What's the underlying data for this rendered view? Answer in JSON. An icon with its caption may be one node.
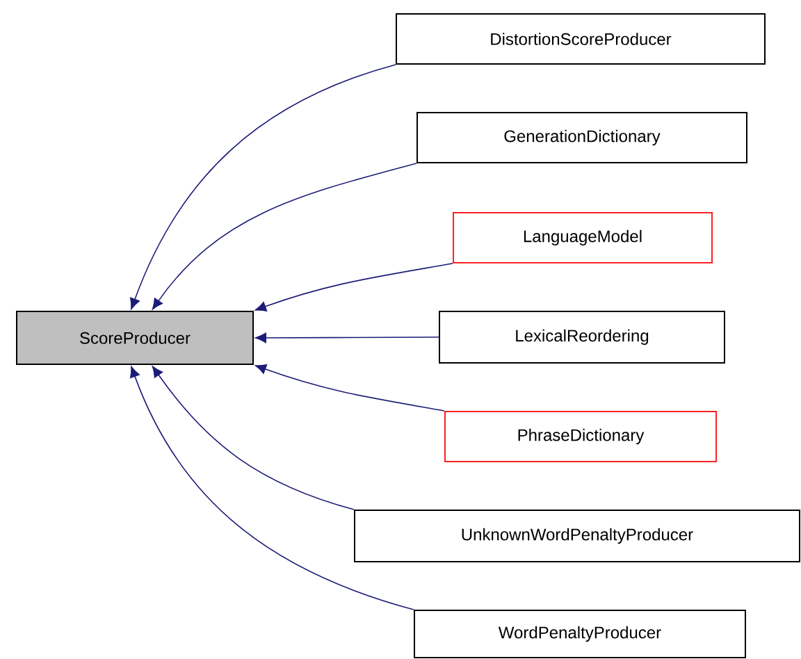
{
  "diagram": {
    "nodes": [
      {
        "text": [
          "ScoreProducer"
        ]
      },
      {
        "text": [
          "DistortionScoreProducer"
        ]
      },
      {
        "text": [
          "GenerationDictionary"
        ]
      },
      {
        "text": [
          "LanguageModel"
        ]
      },
      {
        "text": [
          "LexicalReordering"
        ]
      },
      {
        "text": [
          "PhraseDictionary"
        ]
      },
      {
        "text": [
          "UnknownWordPenaltyProducer"
        ]
      },
      {
        "text": [
          "WordPenaltyProducer"
        ]
      }
    ],
    "edges": [
      {
        "from": 1,
        "to": 0,
        "arrow": "to"
      },
      {
        "from": 2,
        "to": 0,
        "arrow": "to"
      },
      {
        "from": 3,
        "to": 0,
        "arrow": "to"
      },
      {
        "from": 4,
        "to": 0,
        "arrow": "to"
      },
      {
        "from": 5,
        "to": 0,
        "arrow": "to"
      },
      {
        "from": 6,
        "to": 0,
        "arrow": "to"
      },
      {
        "from": 7,
        "to": 0,
        "arrow": "to"
      }
    ]
  }
}
